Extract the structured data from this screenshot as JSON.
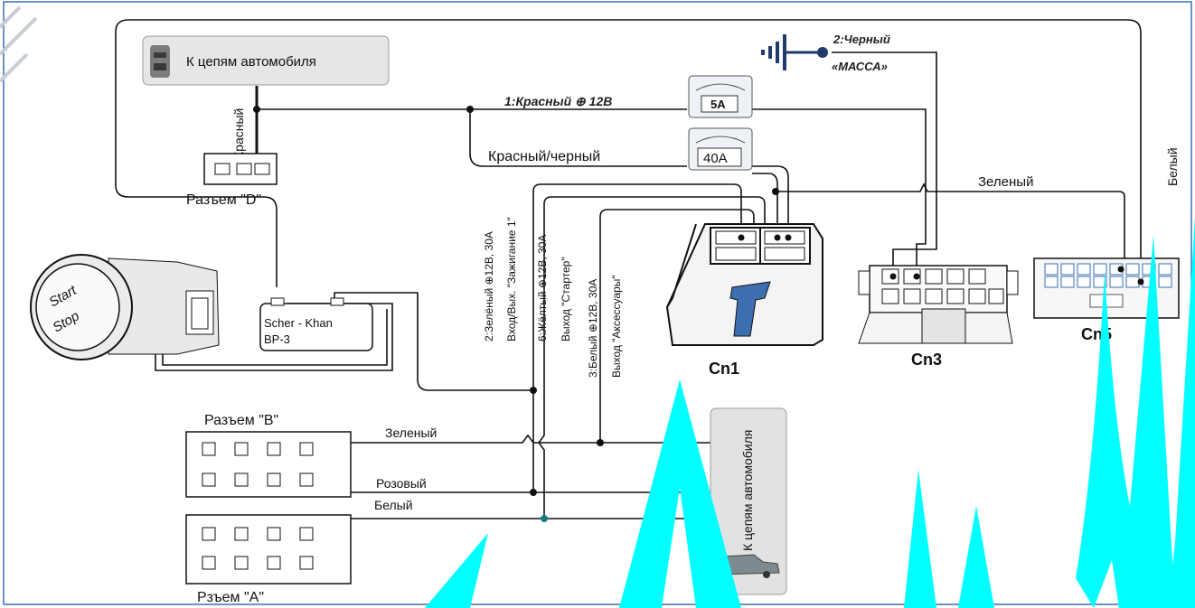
{
  "colors": {
    "watermark": "#00ffff",
    "wire": "#111111",
    "frame": "#3a6fb3"
  },
  "labels": {
    "car_circuits_top": "К цепям автомобиля",
    "car_circuits_right": "К цепям автомобиля",
    "ground": "2:Черный",
    "ground_sub": "«МАССА»",
    "red_12v": "1:Красный ⊕ 12В",
    "fuse_5a": "5A",
    "fuse_40a": "40A",
    "red_black": "Красный/черный",
    "red_vertical": "Красный",
    "white_vertical": "Белый",
    "green_top": "Зеленый",
    "connector_d": "Разъем \"D\"",
    "connector_b": "Разъем \"B\"",
    "connector_a": "Рзъем \"A\"",
    "green_b": "Зеленый",
    "pink_b": "Розовый",
    "white_a": "Белый",
    "wire_green_1": "2:Зелёный ⊕12В, 30А",
    "wire_green_2": "Вход/Вых. \"Зажигание 1\"",
    "wire_yellow_1": "6:Жёлтый ⊕12В, 30А",
    "wire_yellow_2": "Выход \"Стартер\"",
    "wire_white_1": "3:Белый ⊕12В, 30А",
    "wire_white_2": "Выход \"Аксессуары\"",
    "cn1": "Cn1",
    "cn3": "Cn3",
    "cn5": "Cn5",
    "module_1": "Scher - Khan",
    "module_2": "BP-3",
    "start_1": "Start",
    "start_2": "Stop"
  },
  "icons": [
    "relay-icon",
    "ground-icon",
    "fuse-icon",
    "car-icon",
    "start-stop-button-icon"
  ]
}
